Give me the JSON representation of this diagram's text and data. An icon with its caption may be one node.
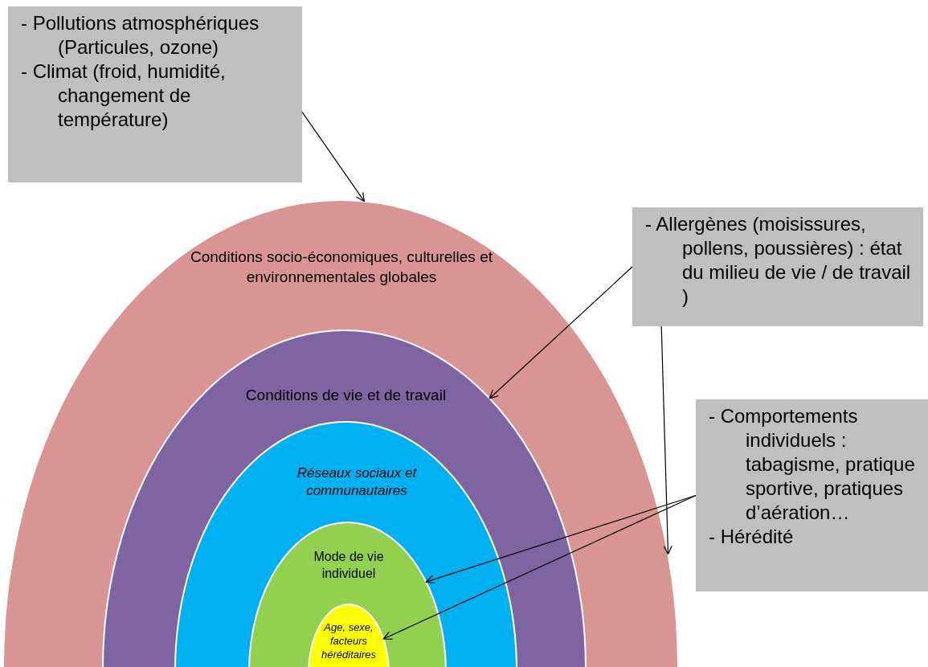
{
  "diagram": {
    "nodes": [
      {
        "text": [
          "Conditions socio-économiques, culturelles et environnementales globales"
        ]
      },
      {
        "text": [
          "Conditions de vie et de travail"
        ],
        "in": 0
      },
      {
        "text": [
          "Réseaux sociaux et communautaires"
        ],
        "in": 1
      },
      {
        "text": [
          "Mode de vie individuel"
        ],
        "in": 2
      },
      {
        "text": [
          "Age, sexe, facteurs héréditaires"
        ],
        "in": 3
      },
      {
        "text": [
          "- Pollutions atmosphériques (Particules, ozone)",
          "- Climat  (froid, humidité, changement de température)"
        ]
      },
      {
        "text": [
          "- Allergènes (moisissures, pollens, poussières) : état du milieu de vie / de travail )"
        ]
      },
      {
        "text": [
          "- Comportements individuels : tabagisme, pratique sportive, pratiques d’aération…",
          "- Hérédité"
        ]
      }
    ],
    "edges": [
      {
        "from": 5,
        "to": 0,
        "arrow": "to"
      },
      {
        "from": 6,
        "to": 0,
        "arrow": "to"
      },
      {
        "from": 6,
        "to": 1,
        "arrow": "to"
      },
      {
        "from": 7,
        "to": 3,
        "arrow": "to"
      },
      {
        "from": 7,
        "to": 4,
        "arrow": "to"
      }
    ]
  }
}
